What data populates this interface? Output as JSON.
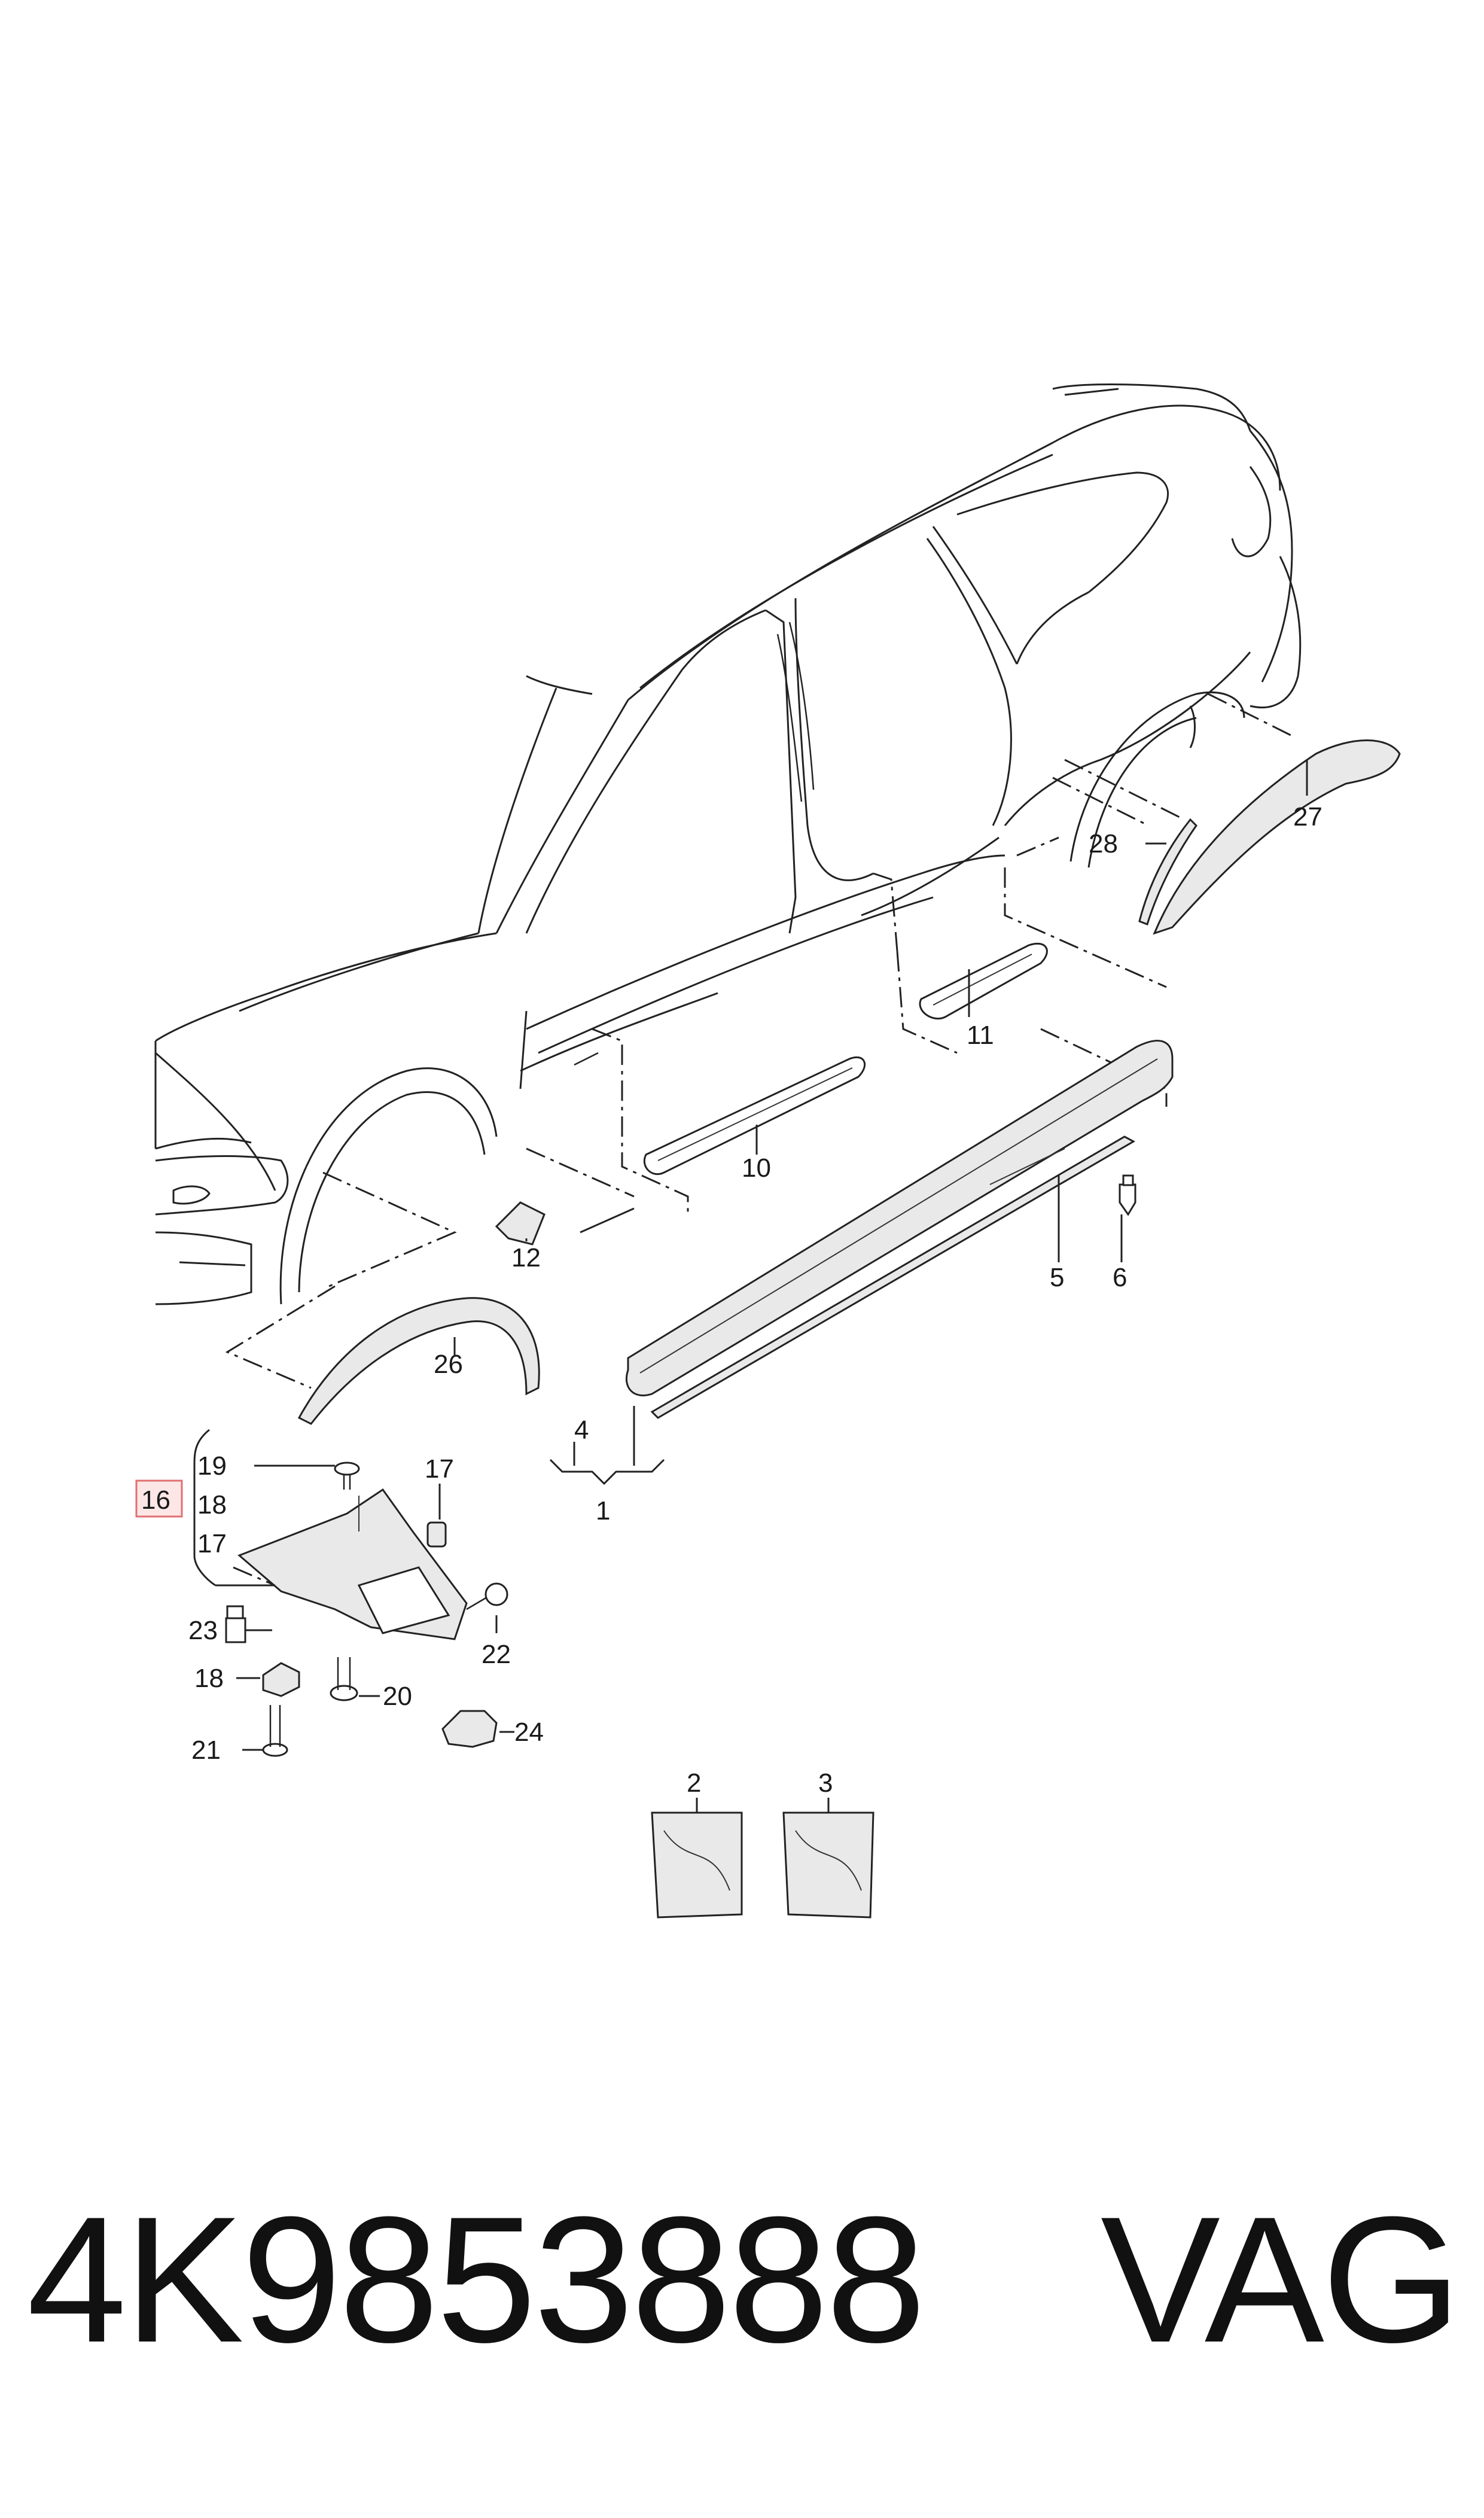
{
  "footer": {
    "part_number": "4K9853888",
    "brand": "VAG"
  },
  "callouts": {
    "c1": "1",
    "c2": "2",
    "c3": "3",
    "c4": "4",
    "c5": "5",
    "c6": "6",
    "c10": "10",
    "c11": "11",
    "c12": "12",
    "c16": "16",
    "c17a": "17",
    "c17b": "17",
    "c18a": "18",
    "c18b": "18",
    "c19": "19",
    "c20": "20",
    "c21": "21",
    "c22": "22",
    "c23": "23",
    "c24": "24",
    "c26": "26",
    "c27": "27",
    "c28": "28"
  },
  "colors": {
    "line": "#222222",
    "highlight_box_fill": "#fde6e6",
    "highlight_box_stroke": "#e07070"
  }
}
